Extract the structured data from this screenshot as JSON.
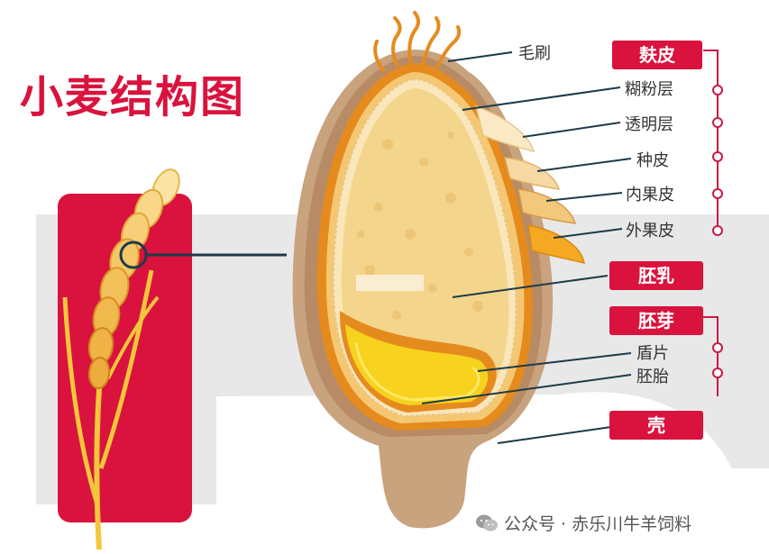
{
  "title": "小麦结构图",
  "labels": {
    "maoshua": "毛刷",
    "hufenceng": "糊粉层",
    "touming": "透明层",
    "zhongpi": "种皮",
    "neiguopi": "内果皮",
    "waiguopi": "外果皮",
    "dunpian": "盾片",
    "peitai": "胚胎"
  },
  "groups": {
    "fupi": "麸皮",
    "peiru": "胚乳",
    "peiya": "胚芽",
    "ke": "壳"
  },
  "watermark": "公众号 · 赤乐川牛羊饲料",
  "icons": [
    "wheat-ear-icon",
    "wechat-icon"
  ],
  "colors": {
    "accent": "#d9133d",
    "endosperm": "#f4d58c",
    "germ": "#f7d21e",
    "husk": "#c9a27e",
    "bran": "#e58b1e"
  }
}
